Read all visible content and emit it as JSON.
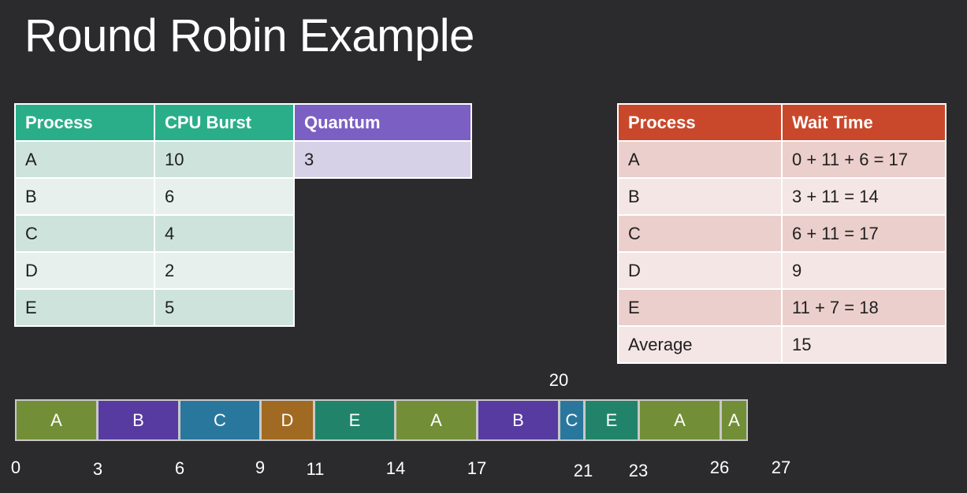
{
  "slide": {
    "title": "Round Robin Example"
  },
  "process_table": {
    "headers": [
      "Process",
      "CPU Burst"
    ],
    "rows": [
      {
        "process": "A",
        "burst": "10"
      },
      {
        "process": "B",
        "burst": "6"
      },
      {
        "process": "C",
        "burst": "4"
      },
      {
        "process": "D",
        "burst": "2"
      },
      {
        "process": "E",
        "burst": "5"
      }
    ],
    "header_color": "#2aae8a"
  },
  "quantum_table": {
    "header": "Quantum",
    "value": "3",
    "header_color": "#7c5fc3"
  },
  "wait_table": {
    "headers": [
      "Process",
      "Wait Time"
    ],
    "rows": [
      {
        "process": "A",
        "wait": "0 + 11 + 6 = 17"
      },
      {
        "process": "B",
        "wait": "3 + 11 = 14"
      },
      {
        "process": "C",
        "wait": "6 + 11 = 17"
      },
      {
        "process": "D",
        "wait": "9"
      },
      {
        "process": "E",
        "wait": "11 + 7 = 18"
      },
      {
        "process": "Average",
        "wait": "15"
      }
    ],
    "header_color": "#c9482b"
  },
  "gantt": {
    "blocks": [
      {
        "label": "A",
        "start": 0,
        "end": 3,
        "color": "#728f37"
      },
      {
        "label": "B",
        "start": 3,
        "end": 6,
        "color": "#573ba0"
      },
      {
        "label": "C",
        "start": 6,
        "end": 9,
        "color": "#2a779d"
      },
      {
        "label": "D",
        "start": 9,
        "end": 11,
        "color": "#a16a22"
      },
      {
        "label": "E",
        "start": 11,
        "end": 14,
        "color": "#21846a"
      },
      {
        "label": "A",
        "start": 14,
        "end": 17,
        "color": "#728f37"
      },
      {
        "label": "B",
        "start": 17,
        "end": 20,
        "color": "#573ba0"
      },
      {
        "label": "C",
        "start": 20,
        "end": 21,
        "color": "#2a779d"
      },
      {
        "label": "E",
        "start": 21,
        "end": 23,
        "color": "#21846a"
      },
      {
        "label": "A",
        "start": 23,
        "end": 26,
        "color": "#728f37"
      },
      {
        "label": "A",
        "start": 26,
        "end": 27,
        "color": "#728f37"
      }
    ],
    "ticks": [
      "0",
      "3",
      "6",
      "9",
      "11",
      "14",
      "17",
      "20",
      "21",
      "23",
      "26",
      "27"
    ]
  },
  "chart_data": {
    "type": "gantt",
    "title": "Round Robin Example",
    "quantum": 3,
    "processes": [
      {
        "name": "A",
        "cpu_burst": 10,
        "wait_time": 17
      },
      {
        "name": "B",
        "cpu_burst": 6,
        "wait_time": 14
      },
      {
        "name": "C",
        "cpu_burst": 4,
        "wait_time": 17
      },
      {
        "name": "D",
        "cpu_burst": 2,
        "wait_time": 9
      },
      {
        "name": "E",
        "cpu_burst": 5,
        "wait_time": 18
      }
    ],
    "average_wait": 15,
    "timeline": [
      [
        "A",
        0,
        3
      ],
      [
        "B",
        3,
        6
      ],
      [
        "C",
        6,
        9
      ],
      [
        "D",
        9,
        11
      ],
      [
        "E",
        11,
        14
      ],
      [
        "A",
        14,
        17
      ],
      [
        "B",
        17,
        20
      ],
      [
        "C",
        20,
        21
      ],
      [
        "E",
        21,
        23
      ],
      [
        "A",
        23,
        26
      ],
      [
        "A",
        26,
        27
      ]
    ]
  }
}
